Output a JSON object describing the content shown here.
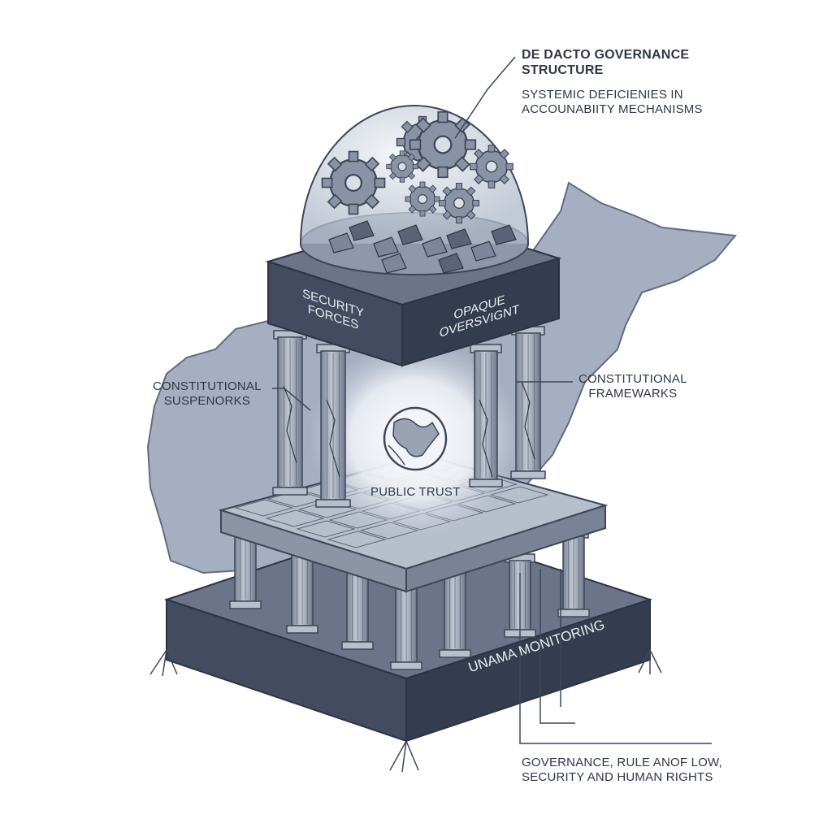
{
  "colors": {
    "background": "#ffffff",
    "map_fill": "#a6afc2",
    "map_stroke": "#626c80",
    "block_top": "#6b7488",
    "block_front": "#424b60",
    "block_side": "#343c4f",
    "stone": "#b8bfcc",
    "stone_dark": "#8c95a6",
    "column": "#9ea7b8",
    "dome": "#d4dbe6",
    "glow": "#f4f6fa",
    "ink": "#2f3746",
    "on_dark_text": "#e9edf3"
  },
  "icons": [
    "gear-icon",
    "globe-icon",
    "column-icon",
    "dome-icon",
    "map-silhouette"
  ],
  "labels": {
    "top_title": [
      "DE DACTO GOVERNANCE",
      "STRUCTURE"
    ],
    "top_subtitle": [
      "SYSTEMIC DEFICIENIES IN",
      "ACCOUNABIITY MECHANISMS"
    ],
    "left_label": [
      "CONSTITUTIONAL",
      "SUSPENORKS"
    ],
    "right_label": [
      "CONSTITUTIONAL",
      "FRAMEWARKS"
    ],
    "center_label": "PUBLIC TRUST",
    "block_left": [
      "SECURITY",
      "FORCES"
    ],
    "block_right": [
      "OPAQUE",
      "OVERSVIGNT"
    ],
    "base_label": "UNAMA MONITORING",
    "bottom_caption": [
      "GOVERNANCE, RULE ANOF LOW,",
      "SECURITY AND HUMAN RIGHTS"
    ]
  }
}
